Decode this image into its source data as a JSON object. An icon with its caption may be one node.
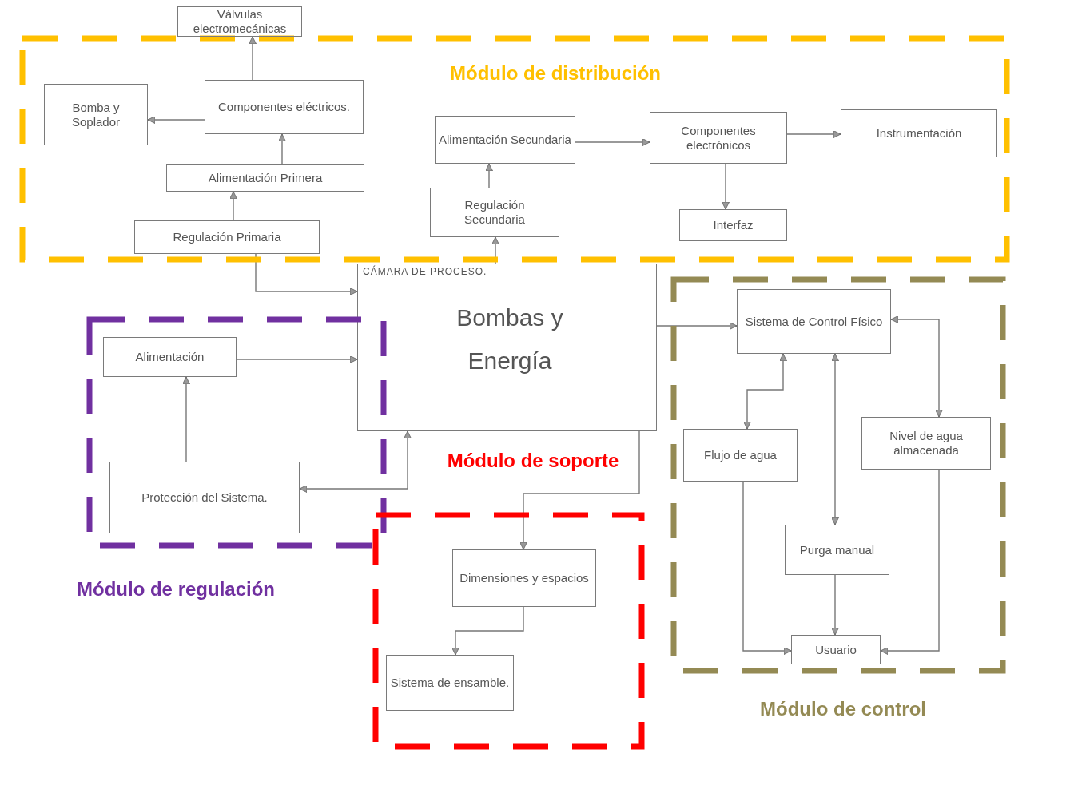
{
  "diagram": {
    "nodes": [
      {
        "text": [
          "Módulo de distribución"
        ]
      },
      {
        "text": [
          "Válvulas electromecánicas"
        ]
      },
      {
        "text": [
          "Bomba y Soplador"
        ],
        "in": 0
      },
      {
        "text": [
          "Componentes eléctricos."
        ],
        "in": 0
      },
      {
        "text": [
          "Alimentación Primera"
        ],
        "in": 0
      },
      {
        "text": [
          "Regulación Primaria"
        ],
        "in": 0
      },
      {
        "text": [
          "Alimentación Secundaria"
        ],
        "in": 0
      },
      {
        "text": [
          "Regulación Secundaria"
        ],
        "in": 0
      },
      {
        "text": [
          "Componentes electrónicos"
        ],
        "in": 0
      },
      {
        "text": [
          "Instrumentación"
        ],
        "in": 0
      },
      {
        "text": [
          "Interfaz"
        ],
        "in": 0
      },
      {
        "text": [
          "CÁMARA DE PROCESO.",
          "Bombas y Energía"
        ]
      },
      {
        "text": [
          "Módulo de regulación"
        ]
      },
      {
        "text": [
          "Alimentación"
        ],
        "in": 12
      },
      {
        "text": [
          "Protección del Sistema."
        ],
        "in": 12
      },
      {
        "text": [
          "Módulo de soporte"
        ]
      },
      {
        "text": [
          "Dimensiones y espacios"
        ],
        "in": 15
      },
      {
        "text": [
          "Sistema de ensamble."
        ],
        "in": 15
      },
      {
        "text": [
          "Módulo de control"
        ]
      },
      {
        "text": [
          "Sistema de Control Físico"
        ],
        "in": 18
      },
      {
        "text": [
          "Flujo de agua"
        ],
        "in": 18
      },
      {
        "text": [
          "Nivel de agua almacenada"
        ],
        "in": 18
      },
      {
        "text": [
          "Purga manual"
        ],
        "in": 18
      },
      {
        "text": [
          "Usuario"
        ],
        "in": 18
      }
    ],
    "edges": [
      {
        "from": 3,
        "to": 1,
        "arrow": "to"
      },
      {
        "from": 3,
        "to": 2,
        "arrow": "to"
      },
      {
        "from": 4,
        "to": 3,
        "arrow": "to"
      },
      {
        "from": 5,
        "to": 4,
        "arrow": "to"
      },
      {
        "from": 5,
        "to": 11,
        "arrow": "to"
      },
      {
        "from": 11,
        "to": 7,
        "arrow": "to"
      },
      {
        "from": 7,
        "to": 6,
        "arrow": "to"
      },
      {
        "from": 6,
        "to": 8,
        "arrow": "to"
      },
      {
        "from": 8,
        "to": 9,
        "arrow": "to"
      },
      {
        "from": 8,
        "to": 10,
        "arrow": "to"
      },
      {
        "from": 13,
        "to": 11,
        "arrow": "to"
      },
      {
        "from": 14,
        "to": 13,
        "arrow": "to"
      },
      {
        "from": 11,
        "to": 14,
        "arrow": "both"
      },
      {
        "from": 11,
        "to": 19,
        "arrow": "to"
      },
      {
        "from": 11,
        "to": 16,
        "arrow": "to"
      },
      {
        "from": 16,
        "to": 17,
        "arrow": "to"
      },
      {
        "from": 19,
        "to": 20,
        "arrow": "both"
      },
      {
        "from": 19,
        "to": 22,
        "arrow": "both"
      },
      {
        "from": 19,
        "to": 21,
        "arrow": "both"
      },
      {
        "from": 20,
        "to": 23,
        "arrow": "to"
      },
      {
        "from": 22,
        "to": 23,
        "arrow": "to"
      },
      {
        "from": 21,
        "to": 23,
        "arrow": "to"
      }
    ]
  }
}
